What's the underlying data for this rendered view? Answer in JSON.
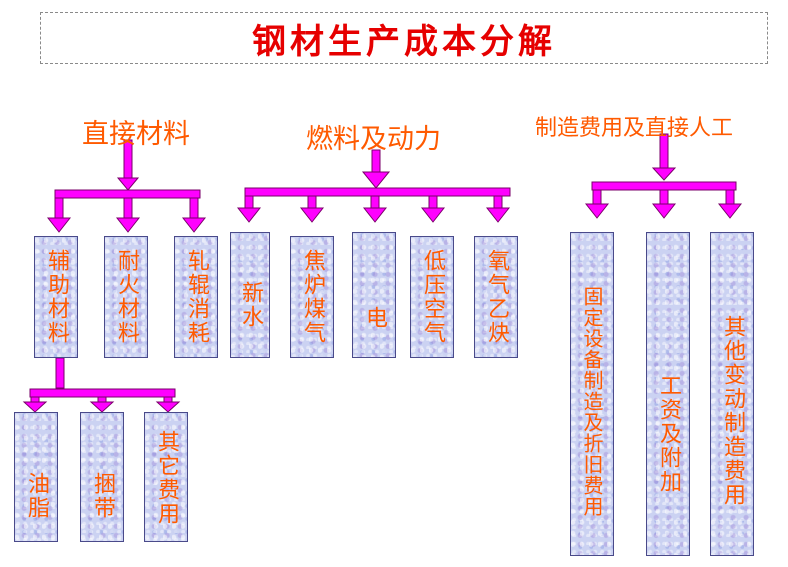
{
  "title": "钢材生产成本分解",
  "groups": {
    "direct_materials": {
      "label": "直接材料",
      "items": [
        "辅助材料",
        "耐火材料",
        "轧辊消耗"
      ],
      "sub_items": [
        "油脂",
        "捆带",
        "其它费用"
      ]
    },
    "fuel_power": {
      "label": "燃料及动力",
      "items": [
        "新水",
        "焦炉煤气",
        "电",
        "低压空气",
        "氧气乙炔"
      ]
    },
    "manufacturing": {
      "label": "制造费用及直接人工",
      "items": [
        "固定设备制造及折旧费用",
        "工资及附加",
        "其他变动制造费用"
      ]
    }
  },
  "colors": {
    "title": "#e60000",
    "text": "#ff5a00",
    "connector": "#ff00ff",
    "connector_outline": "#7a006a",
    "node_fill": "#cbd2f2"
  }
}
